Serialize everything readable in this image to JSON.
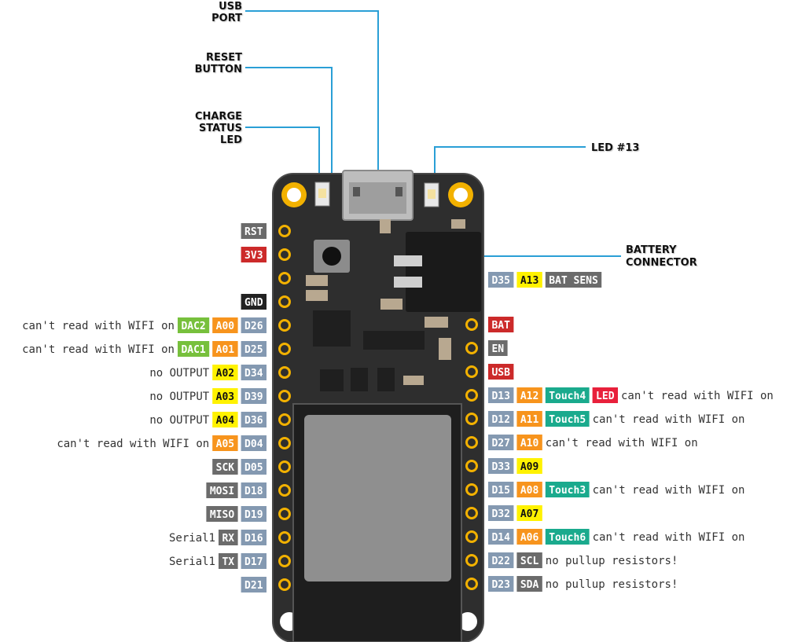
{
  "colors": {
    "board": "#2e2e2e",
    "board_edge": "#4a4a4a",
    "gold": "#f2b100",
    "gpio": "#8499b1",
    "power": "#cc2a2a",
    "gray": "#6b6b6b",
    "black": "#222222",
    "dac": "#77c03c",
    "analog_orange": "#f7941d",
    "analog_yellow": "#fff200",
    "touch": "#1aaa8d",
    "led": "#e8203b",
    "callout_line": "#2a9fd6"
  },
  "callouts": {
    "usb_port": [
      "USB",
      "PORT"
    ],
    "reset_button": [
      "RESET",
      "BUTTON"
    ],
    "charge_led": [
      "CHARGE",
      "STATUS",
      "LED"
    ],
    "led13": [
      "LED #13"
    ],
    "battery_connector": [
      "BATTERY",
      "CONNECTOR"
    ]
  },
  "left_pins": [
    {
      "labels": [
        {
          "text": "RST",
          "kind": "gray"
        }
      ],
      "note": ""
    },
    {
      "labels": [
        {
          "text": "3V3",
          "kind": "power"
        }
      ],
      "note": ""
    },
    {
      "labels": [],
      "note": ""
    },
    {
      "labels": [
        {
          "text": "GND",
          "kind": "black"
        }
      ],
      "note": ""
    },
    {
      "labels": [
        {
          "text": "D26",
          "kind": "gpio"
        },
        {
          "text": "A00",
          "kind": "analog_orange"
        },
        {
          "text": "DAC2",
          "kind": "dac"
        }
      ],
      "note": "can't read with WIFI on"
    },
    {
      "labels": [
        {
          "text": "D25",
          "kind": "gpio"
        },
        {
          "text": "A01",
          "kind": "analog_orange"
        },
        {
          "text": "DAC1",
          "kind": "dac"
        }
      ],
      "note": "can't read with WIFI on"
    },
    {
      "labels": [
        {
          "text": "D34",
          "kind": "gpio"
        },
        {
          "text": "A02",
          "kind": "analog_yellow"
        }
      ],
      "note": "no OUTPUT"
    },
    {
      "labels": [
        {
          "text": "D39",
          "kind": "gpio"
        },
        {
          "text": "A03",
          "kind": "analog_yellow"
        }
      ],
      "note": "no OUTPUT"
    },
    {
      "labels": [
        {
          "text": "D36",
          "kind": "gpio"
        },
        {
          "text": "A04",
          "kind": "analog_yellow"
        }
      ],
      "note": "no OUTPUT"
    },
    {
      "labels": [
        {
          "text": "D04",
          "kind": "gpio"
        },
        {
          "text": "A05",
          "kind": "analog_orange"
        }
      ],
      "note": "can't read with WIFI on"
    },
    {
      "labels": [
        {
          "text": "D05",
          "kind": "gpio"
        },
        {
          "text": "SCK",
          "kind": "gray"
        }
      ],
      "note": ""
    },
    {
      "labels": [
        {
          "text": "D18",
          "kind": "gpio"
        },
        {
          "text": "MOSI",
          "kind": "gray"
        }
      ],
      "note": ""
    },
    {
      "labels": [
        {
          "text": "D19",
          "kind": "gpio"
        },
        {
          "text": "MISO",
          "kind": "gray"
        }
      ],
      "note": ""
    },
    {
      "labels": [
        {
          "text": "D16",
          "kind": "gpio"
        },
        {
          "text": "RX",
          "kind": "gray"
        }
      ],
      "note": "Serial1"
    },
    {
      "labels": [
        {
          "text": "D17",
          "kind": "gpio"
        },
        {
          "text": "TX",
          "kind": "gray"
        }
      ],
      "note": "Serial1"
    },
    {
      "labels": [
        {
          "text": "D21",
          "kind": "gpio"
        }
      ],
      "note": ""
    }
  ],
  "right_pins": [
    {
      "labels": [
        {
          "text": "BAT",
          "kind": "power"
        }
      ],
      "note": ""
    },
    {
      "labels": [
        {
          "text": "EN",
          "kind": "gray"
        }
      ],
      "note": ""
    },
    {
      "labels": [
        {
          "text": "USB",
          "kind": "power"
        }
      ],
      "note": ""
    },
    {
      "labels": [
        {
          "text": "D13",
          "kind": "gpio"
        },
        {
          "text": "A12",
          "kind": "analog_orange"
        },
        {
          "text": "Touch4",
          "kind": "touch"
        },
        {
          "text": "LED",
          "kind": "led"
        }
      ],
      "note": "can't read with WIFI on"
    },
    {
      "labels": [
        {
          "text": "D12",
          "kind": "gpio"
        },
        {
          "text": "A11",
          "kind": "analog_orange"
        },
        {
          "text": "Touch5",
          "kind": "touch"
        }
      ],
      "note": "can't read with WIFI on"
    },
    {
      "labels": [
        {
          "text": "D27",
          "kind": "gpio"
        },
        {
          "text": "A10",
          "kind": "analog_orange"
        }
      ],
      "note": "can't read with WIFI on"
    },
    {
      "labels": [
        {
          "text": "D33",
          "kind": "gpio"
        },
        {
          "text": "A09",
          "kind": "analog_yellow"
        }
      ],
      "note": ""
    },
    {
      "labels": [
        {
          "text": "D15",
          "kind": "gpio"
        },
        {
          "text": "A08",
          "kind": "analog_orange"
        },
        {
          "text": "Touch3",
          "kind": "touch"
        }
      ],
      "note": "can't read with WIFI on"
    },
    {
      "labels": [
        {
          "text": "D32",
          "kind": "gpio"
        },
        {
          "text": "A07",
          "kind": "analog_yellow"
        }
      ],
      "note": ""
    },
    {
      "labels": [
        {
          "text": "D14",
          "kind": "gpio"
        },
        {
          "text": "A06",
          "kind": "analog_orange"
        },
        {
          "text": "Touch6",
          "kind": "touch"
        }
      ],
      "note": "can't read with WIFI on"
    },
    {
      "labels": [
        {
          "text": "D22",
          "kind": "gpio"
        },
        {
          "text": "SCL",
          "kind": "gray"
        }
      ],
      "note": "no pullup resistors!"
    },
    {
      "labels": [
        {
          "text": "D23",
          "kind": "gpio"
        },
        {
          "text": "SDA",
          "kind": "gray"
        }
      ],
      "note": "no pullup resistors!"
    }
  ],
  "battery_pin": {
    "labels": [
      {
        "text": "D35",
        "kind": "gpio"
      },
      {
        "text": "A13",
        "kind": "analog_yellow"
      },
      {
        "text": "BAT SENS",
        "kind": "gray"
      }
    ],
    "note": ""
  }
}
